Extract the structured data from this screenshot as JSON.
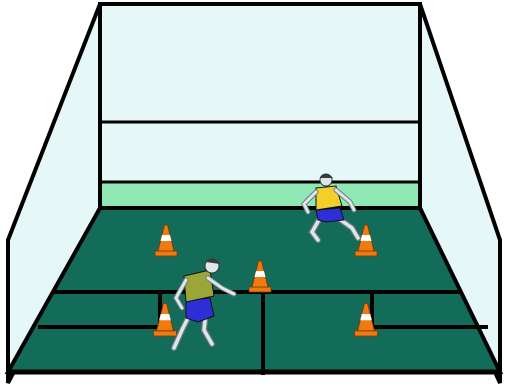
{
  "scene": {
    "subject": "squash-court-drill",
    "colors": {
      "wall_fill": "#e6f7f7",
      "tin_strip": "#8fe8b4",
      "floor": "#136b5a",
      "outline": "#000000",
      "cone_orange": "#f07a10",
      "cone_white": "#ffffff",
      "player_shirt_yellow": "#f2cf2a",
      "player_shirt_olive": "#9aa637",
      "player_shorts": "#2e2ed6",
      "player_skin": "#dfe6ea"
    },
    "cones": [
      {
        "id": "back-left"
      },
      {
        "id": "back-right"
      },
      {
        "id": "center"
      },
      {
        "id": "front-left"
      },
      {
        "id": "front-right"
      }
    ],
    "players": [
      {
        "id": "back-player",
        "shirt": "yellow"
      },
      {
        "id": "front-player",
        "shirt": "olive"
      }
    ]
  }
}
